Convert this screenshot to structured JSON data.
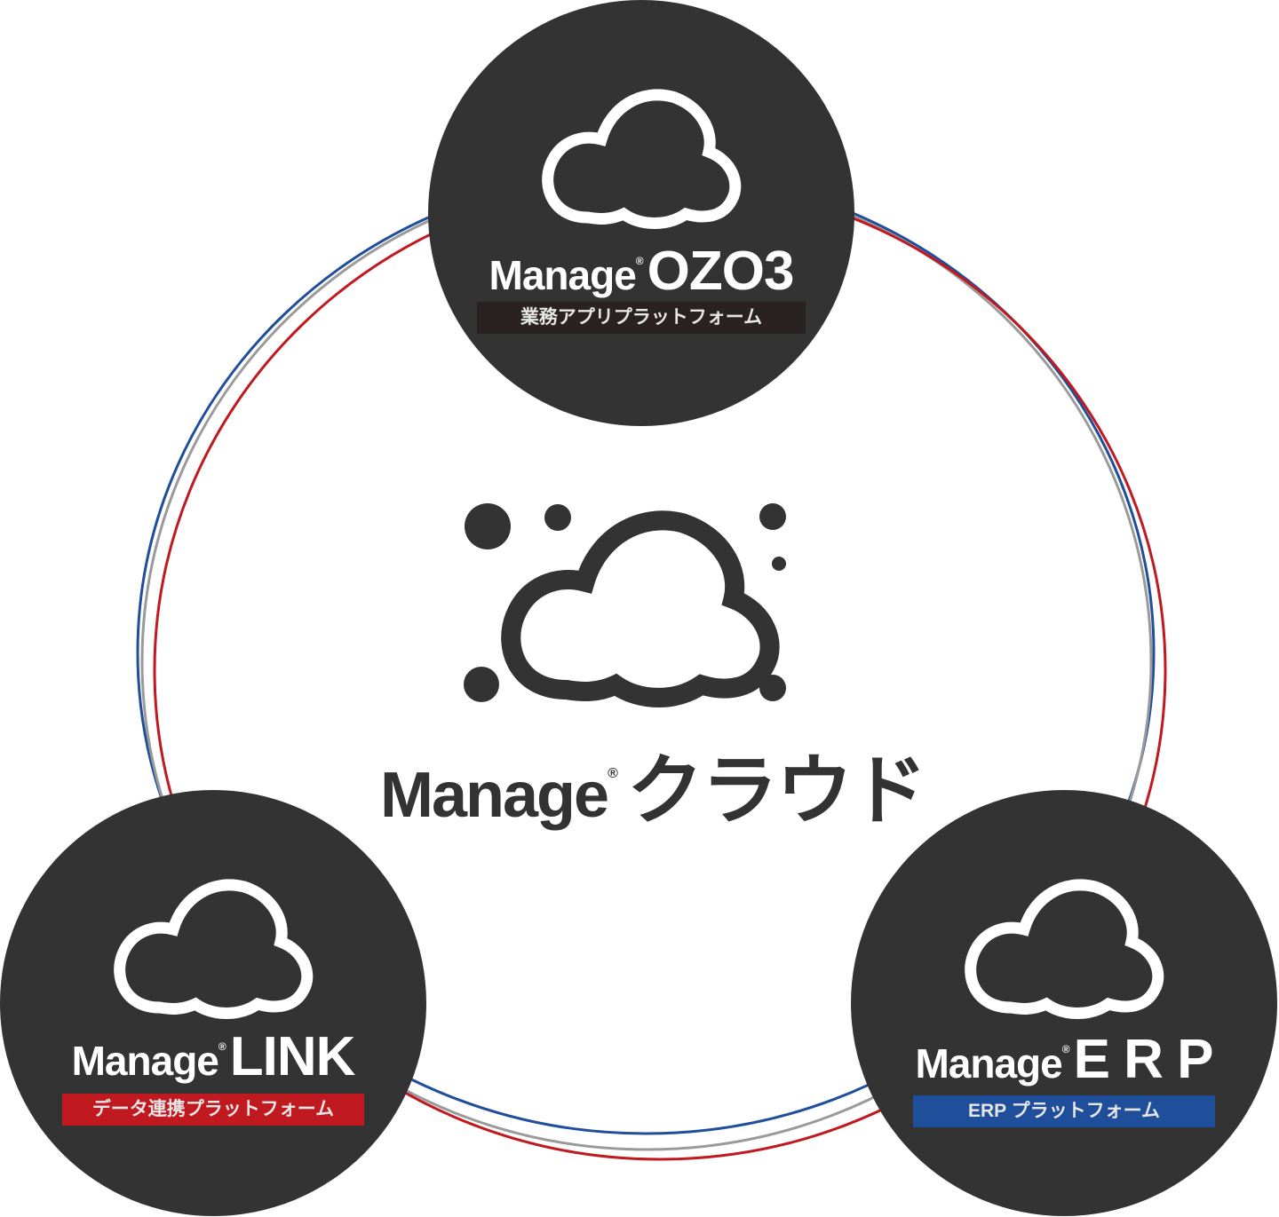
{
  "center": {
    "brand": "Manage",
    "registered": "®",
    "product": "クラウド"
  },
  "nodes": [
    {
      "brand": "Manage",
      "registered": "®",
      "product": "OZO3",
      "subtitle": "業務アプリプラットフォーム",
      "accent": "#2a2222"
    },
    {
      "brand": "Manage",
      "registered": "®",
      "product": "LINK",
      "subtitle": "データ連携プラットフォーム",
      "accent": "#c0191f"
    },
    {
      "brand": "Manage",
      "registered": "®",
      "product": "E R P",
      "subtitle": "ERP プラットフォーム",
      "accent": "#1f4e9a"
    }
  ],
  "colors": {
    "node_bg": "#333333",
    "ring_blue": "#1f4e9a",
    "ring_red": "#c0191f",
    "ring_gray": "#9a9a9a"
  }
}
